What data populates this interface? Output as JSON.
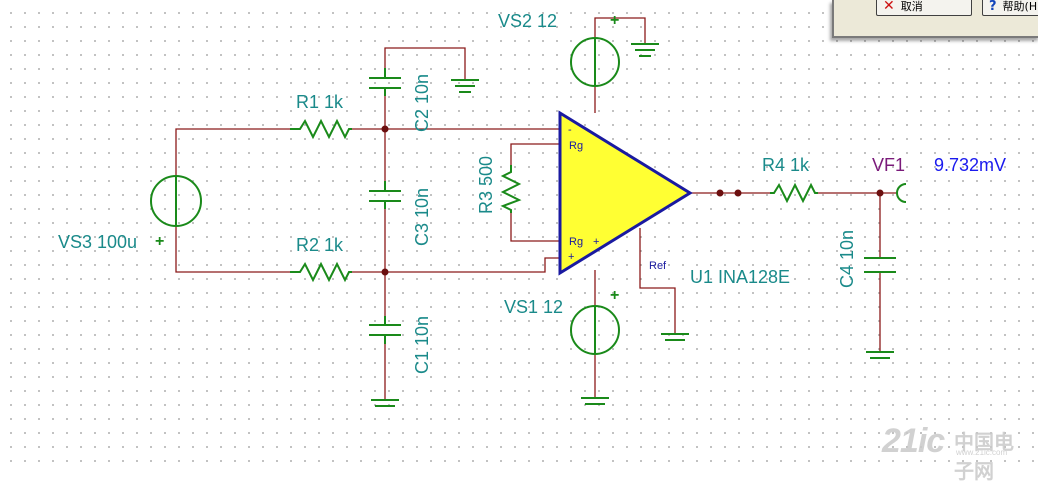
{
  "dialog": {
    "cancel_label": "取消",
    "help_label": "帮助(H"
  },
  "schematic": {
    "components": {
      "vs2": "VS2 12",
      "vs1": "VS1 12",
      "vs3": "VS3 100u",
      "r1": "R1 1k",
      "r2": "R2 1k",
      "r3": "R3 500",
      "r4": "R4 1k",
      "c1": "C1 10n",
      "c2": "C2 10n",
      "c3": "C3 10n",
      "c4": "C4 10n",
      "u1": "U1 INA128E"
    },
    "pins": {
      "minus": "-",
      "plus": "+",
      "rg_top": "Rg",
      "rg_bottom": "Rg",
      "rg_bottom_plus": "+",
      "ref": "Ref"
    },
    "source_polarity": "+",
    "probe": {
      "name": "VF1",
      "value": "9.732mV"
    }
  },
  "watermark": {
    "brand": "21ic",
    "cn": "中国电子网",
    "url": "www.21ic.com"
  },
  "colors": {
    "wire": "#8b1a1a",
    "component": "#1a8a1a",
    "label": "#1a8a8a",
    "opamp_fill": "#ffff33",
    "opamp_stroke": "#1a1aa0",
    "probe_label": "#7a1a7a",
    "probe_value": "#1a1aee",
    "junction": "#6b0f0f"
  }
}
